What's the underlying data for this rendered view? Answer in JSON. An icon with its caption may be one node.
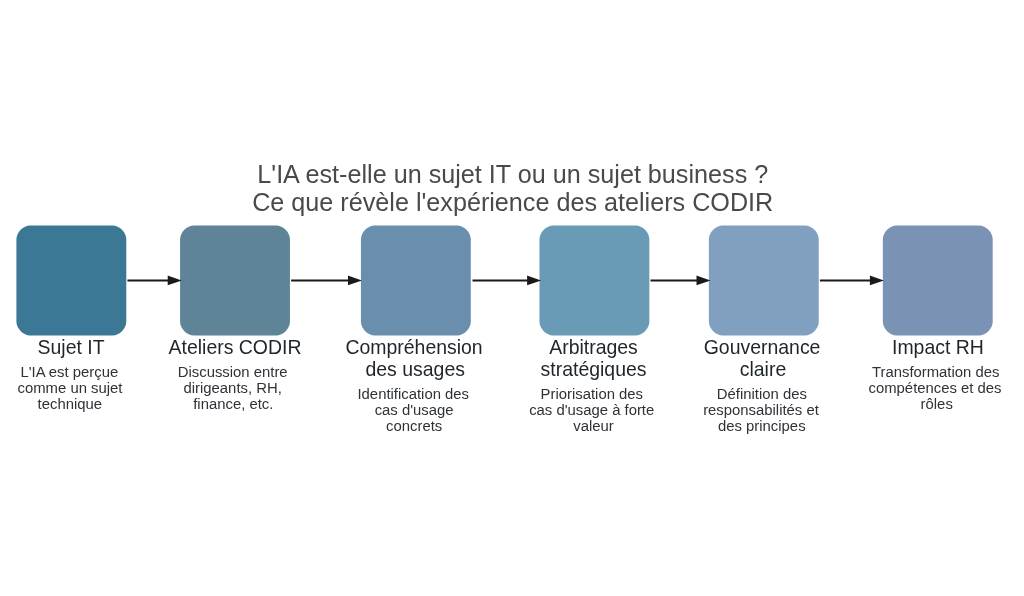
{
  "diagram": {
    "title": "L'IA est-elle un sujet IT ou un sujet business ? Ce que révèle l'expérience des ateliers CODIR",
    "nodes": [
      {
        "text": [
          "Sujet IT",
          "L'IA est perçue comme un sujet technique"
        ]
      },
      {
        "text": [
          "Ateliers CODIR",
          "Discussion entre dirigeants, RH, finance, etc."
        ]
      },
      {
        "text": [
          "Compréhension des usages",
          "Identification des cas d'usage concrets"
        ]
      },
      {
        "text": [
          "Arbitrages stratégiques",
          "Priorisation des cas d'usage à forte valeur"
        ]
      },
      {
        "text": [
          "Gouvernance claire",
          "Définition des responsabilités et des principes"
        ]
      },
      {
        "text": [
          "Impact RH",
          "Transformation des compétences et des rôles"
        ]
      }
    ],
    "edges": [
      {
        "from": 0,
        "to": 1,
        "arrow": "to"
      },
      {
        "from": 1,
        "to": 2,
        "arrow": "to"
      },
      {
        "from": 2,
        "to": 3,
        "arrow": "to"
      },
      {
        "from": 3,
        "to": 4,
        "arrow": "to"
      },
      {
        "from": 4,
        "to": 5,
        "arrow": "to"
      }
    ]
  }
}
